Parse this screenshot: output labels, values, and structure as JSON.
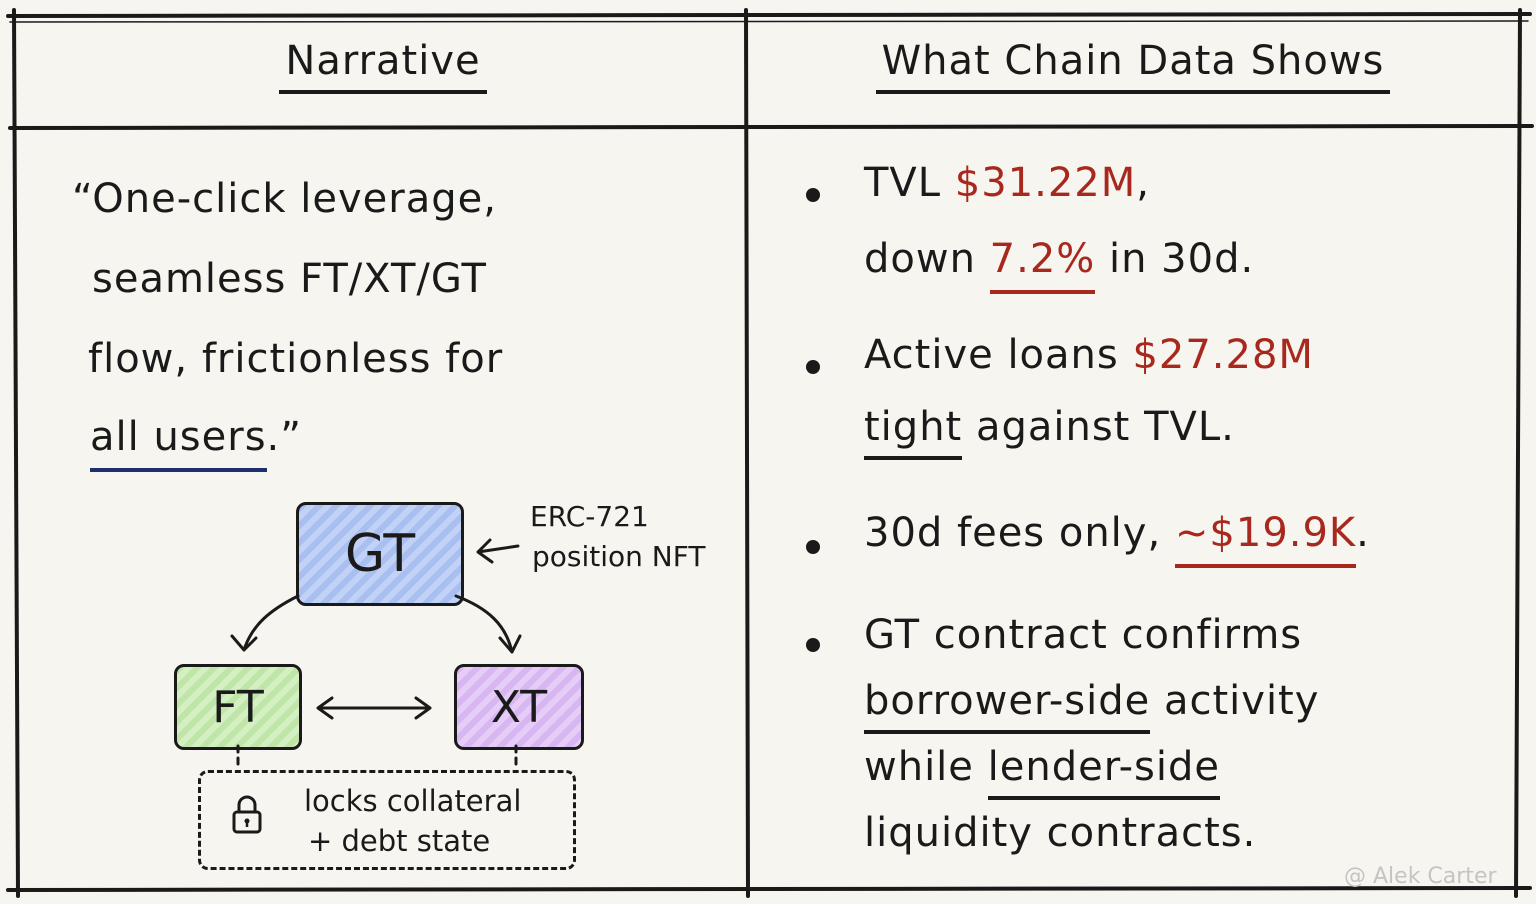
{
  "headers": {
    "left": "Narrative",
    "right": "What Chain Data Shows"
  },
  "narrative": {
    "line1": "“One-click leverage,",
    "line2": "seamless FT/XT/GT",
    "line3": "flow, frictionless for",
    "line4_underlined": "all users",
    "line4_end": ".”"
  },
  "diagram": {
    "gt_label": "GT",
    "ft_label": "FT",
    "xt_label": "XT",
    "gt_note_line1": "ERC-721",
    "gt_note_line2": "position NFT",
    "lock_line1": "locks collateral",
    "lock_line2": "+ debt state"
  },
  "chain_data": {
    "b1_prefix": "TVL ",
    "b1_value": "$31.22M",
    "b1_comma": ",",
    "b1_l2_prefix": "down ",
    "b1_pct": "7.2%",
    "b1_l2_suffix": " in 30d.",
    "b2_prefix": "Active loans ",
    "b2_value": "$27.28M",
    "b2_l2_underlined": "tight",
    "b2_l2_suffix": " against TVL.",
    "b3_prefix": "30d fees only, ",
    "b3_value": "~$19.9K",
    "b3_suffix": ".",
    "b4_line1": "GT contract confirms",
    "b4_l2_underlined": "borrower-side",
    "b4_l2_suffix": " activity",
    "b4_l3_prefix": "while ",
    "b4_l3_underlined": "lender-side",
    "b4_line4": "liquidity contracts."
  },
  "watermark": "@ Alek Carter",
  "colors": {
    "accent_red": "#a8281e",
    "underline_blue": "#1e2f6e",
    "gt_fill": "#a9bff0",
    "ft_fill": "#bfe6a8",
    "xt_fill": "#d7b6f2"
  },
  "icons": {
    "lock": "lock-icon"
  }
}
